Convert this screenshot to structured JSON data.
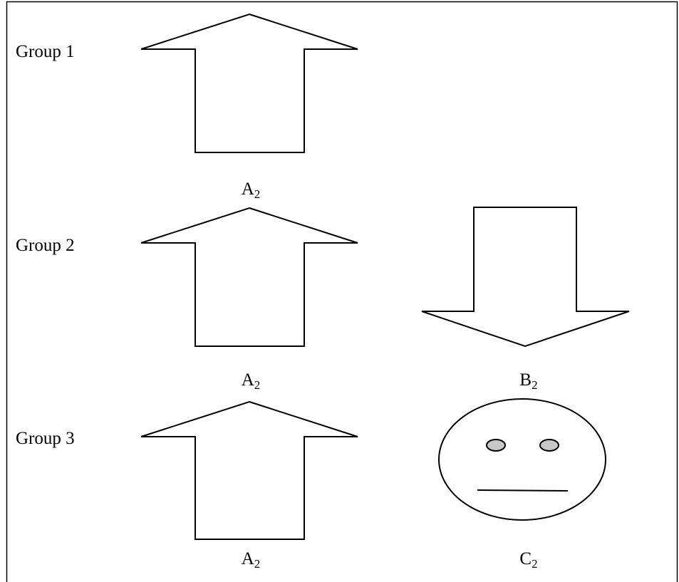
{
  "colors": {
    "stroke": "#000000",
    "background": "#ffffff",
    "eye_fill": "#c8c8c8"
  },
  "groups": [
    {
      "label": "Group 1",
      "shapes": [
        {
          "icon": "up-arrow-icon",
          "letter": "A",
          "subscript": "2"
        }
      ]
    },
    {
      "label": "Group 2",
      "shapes": [
        {
          "icon": "up-arrow-icon",
          "letter": "A",
          "subscript": "2"
        },
        {
          "icon": "down-arrow-icon",
          "letter": "B",
          "subscript": "2"
        }
      ]
    },
    {
      "label": "Group 3",
      "shapes": [
        {
          "icon": "up-arrow-icon",
          "letter": "A",
          "subscript": "2"
        },
        {
          "icon": "neutral-face-icon",
          "letter": "C",
          "subscript": "2"
        }
      ]
    }
  ]
}
